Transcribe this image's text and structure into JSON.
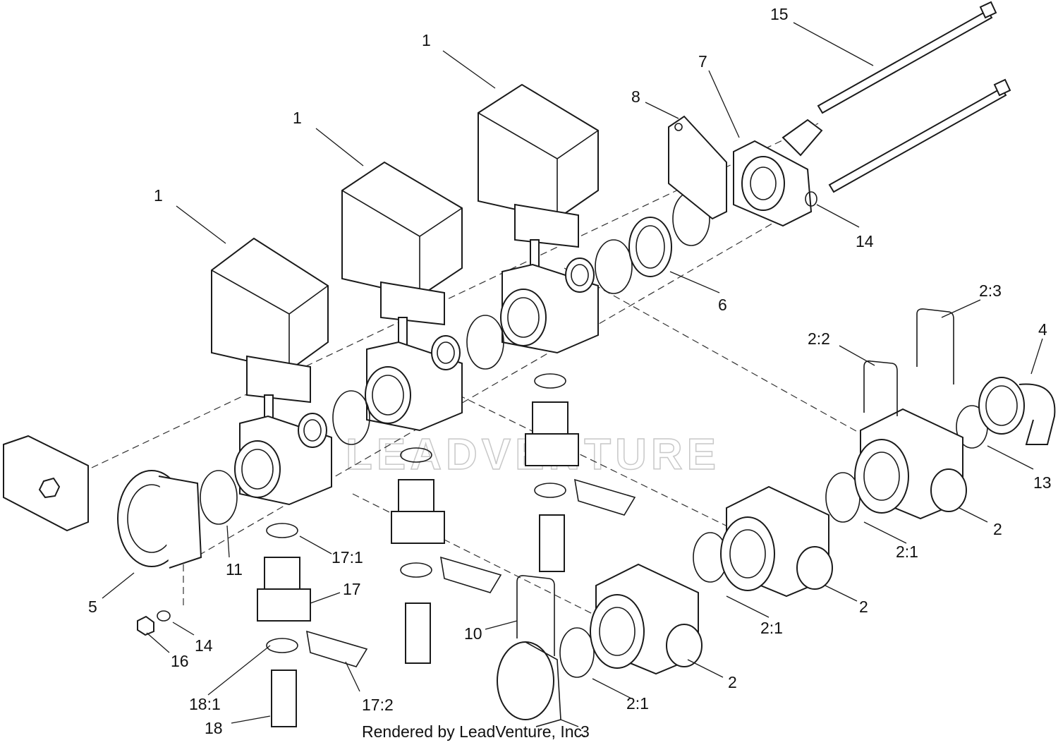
{
  "callouts": {
    "c1a": "1",
    "c1b": "1",
    "c1c": "1",
    "c2a": "2",
    "c2b": "2",
    "c2c": "2",
    "c2_1a": "2:1",
    "c2_1b": "2:1",
    "c2_1c": "2:1",
    "c2_2": "2:2",
    "c2_3": "2:3",
    "c3": "3",
    "c4": "4",
    "c5": "5",
    "c6": "6",
    "c7": "7",
    "c8": "8",
    "c10": "10",
    "c11": "11",
    "c13": "13",
    "c14a": "14",
    "c14b": "14",
    "c15": "15",
    "c16": "16",
    "c17": "17",
    "c17_1": "17:1",
    "c17_2": "17:2",
    "c18": "18",
    "c18_1": "18:1"
  },
  "watermark": "LEADVENTURE",
  "footer": "Rendered by LeadVenture, Inc."
}
